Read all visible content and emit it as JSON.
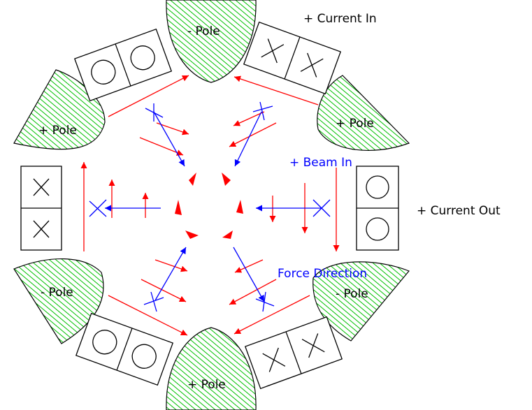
{
  "labels": {
    "current_in": "+ Current In",
    "current_out": "+ Current Out",
    "beam_in": "+ Beam In",
    "force_direction": "Force Direction"
  },
  "poles": {
    "top": "- Pole",
    "top_right": "+ Pole",
    "bottom_right": "- Pole",
    "bottom": "+ Pole",
    "bottom_left": "- Pole",
    "top_left": "+ Pole"
  },
  "colors": {
    "pole_hatch": "#00c000",
    "field_arrow": "#ff0000",
    "force_arrow": "#0000ff",
    "outline": "#000000"
  }
}
